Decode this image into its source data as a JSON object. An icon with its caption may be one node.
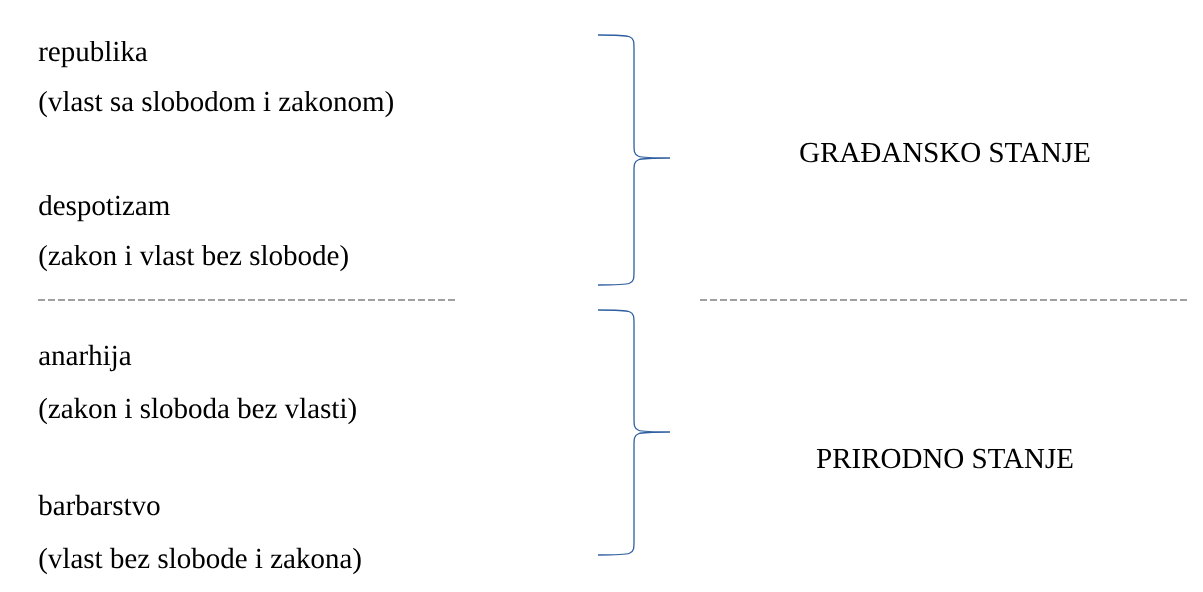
{
  "diagram": {
    "labels": [
      "republika",
      "(vlast sa slobodom i zakonom)",
      "GRAĐANSKO STANJE",
      "despotizam",
      "(zakon i vlast bez slobode)",
      "anarhija",
      "(zakon i sloboda bez vlasti)",
      "PRIRODNO STANJE",
      "barbarstvo",
      "(vlast bez slobode i zakona)"
    ]
  }
}
